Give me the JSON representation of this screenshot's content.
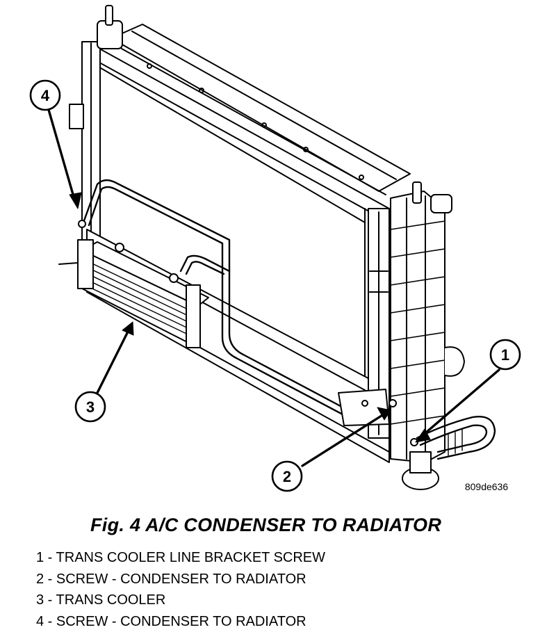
{
  "figure": {
    "ref_code": "809de636",
    "caption": "Fig. 4 A/C CONDENSER TO RADIATOR"
  },
  "callouts": [
    {
      "number": "1"
    },
    {
      "number": "2"
    },
    {
      "number": "3"
    },
    {
      "number": "4"
    }
  ],
  "legend": [
    {
      "text": "1 - TRANS COOLER LINE BRACKET SCREW"
    },
    {
      "text": "2 - SCREW - CONDENSER TO RADIATOR"
    },
    {
      "text": "3 - TRANS COOLER"
    },
    {
      "text": "4 - SCREW - CONDENSER TO RADIATOR"
    }
  ]
}
